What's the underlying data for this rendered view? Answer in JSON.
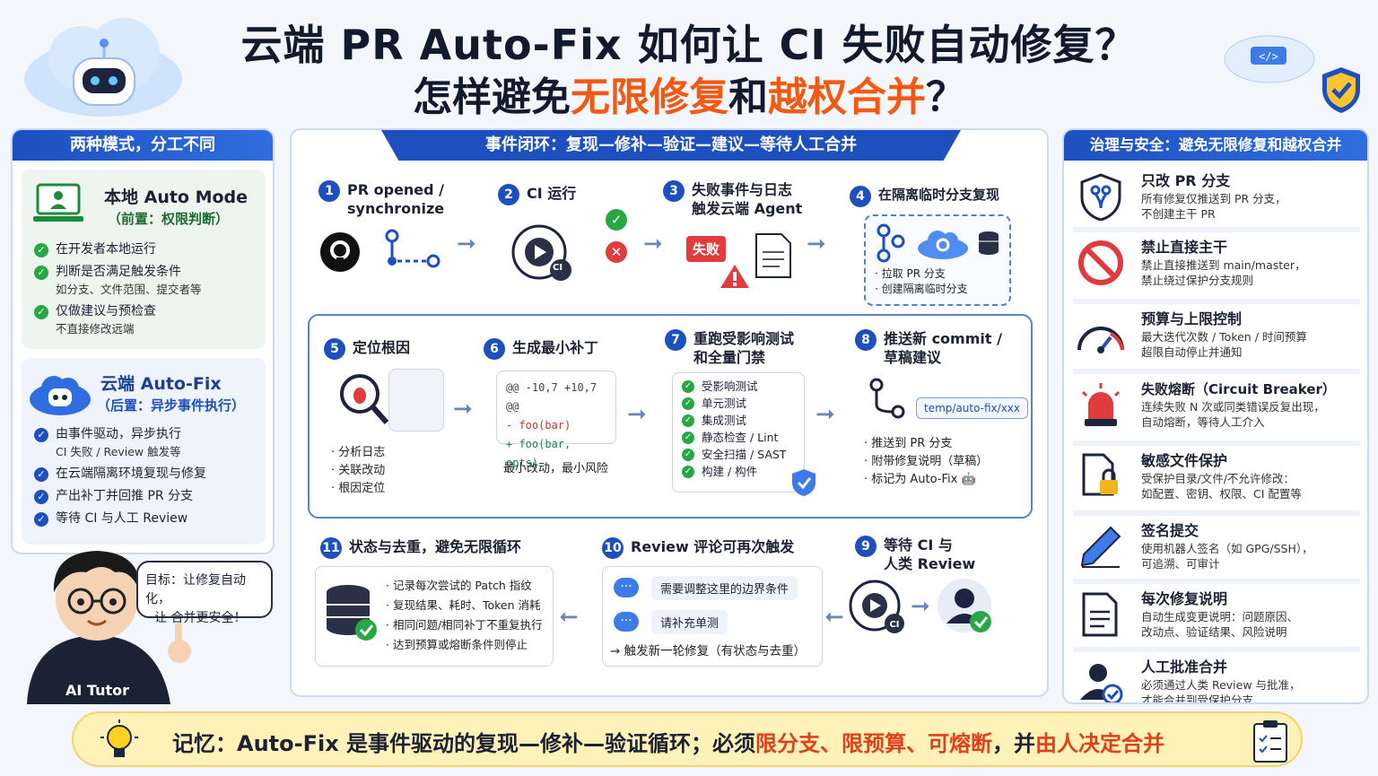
{
  "title": {
    "line1": "云端 PR Auto-Fix 如何让 CI 失败自动修复？",
    "line2_a": "怎样避免",
    "line2_b": "无限修复",
    "line2_c": "和",
    "line2_d": "越权合并",
    "line2_e": "？"
  },
  "left": {
    "header": "两种模式，分工不同",
    "local": {
      "title": "本地 Auto Mode",
      "subtitle": "（前置：权限判断）",
      "bullets": [
        {
          "main": "在开发者本地运行",
          "sub": ""
        },
        {
          "main": "判断是否满足触发条件",
          "sub": "如分支、文件范围、提交者等"
        },
        {
          "main": "仅做建议与预检查",
          "sub": "不直接修改远端"
        }
      ]
    },
    "cloud": {
      "title": "云端 Auto-Fix",
      "subtitle": "（后置：异步事件执行）",
      "bullets": [
        {
          "main": "由事件驱动，异步执行",
          "sub": "CI 失败 / Review 触发等"
        },
        {
          "main": "在云端隔离环境复现与修复",
          "sub": ""
        },
        {
          "main": "产出补丁并回推 PR 分支",
          "sub": ""
        },
        {
          "main": "等待 CI 与人工 Review",
          "sub": ""
        }
      ]
    },
    "tutor": {
      "label": "AI Tutor",
      "bubble1": "目标：让修复自动化，",
      "bubble2": "让 合并更安全！"
    }
  },
  "center": {
    "header": "事件闭环：复现—修补—验证—建议—等待人工合并",
    "steps": [
      {
        "n": "1",
        "title": "PR opened /",
        "title2": "synchronize"
      },
      {
        "n": "2",
        "title": "CI 运行",
        "title2": ""
      },
      {
        "n": "3",
        "title": "失败事件与日志",
        "title2": "触发云端 Agent"
      },
      {
        "n": "4",
        "title": "在隔离临时分支复现",
        "title2": ""
      },
      {
        "n": "5",
        "title": "定位根因",
        "title2": ""
      },
      {
        "n": "6",
        "title": "生成最小补丁",
        "title2": ""
      },
      {
        "n": "7",
        "title": "重跑受影响测试",
        "title2": "和全量门禁"
      },
      {
        "n": "8",
        "title": "推送新 commit /",
        "title2": "草稿建议"
      },
      {
        "n": "9",
        "title": "等待 CI 与",
        "title2": "人类 Review"
      },
      {
        "n": "10",
        "title": "Review 评论可再次触发",
        "title2": ""
      },
      {
        "n": "11",
        "title": "状态与去重，避免无限循环",
        "title2": ""
      }
    ],
    "ci_badge": "CI",
    "fail_badge": "失败",
    "step4_items": [
      "拉取 PR 分支",
      "创建隔离临时分支"
    ],
    "step5_items": [
      "分析日志",
      "关联改动",
      "根因定位"
    ],
    "diff": {
      "header": "@@ -10,7 +10,7 @@",
      "minus": "- foo(bar)",
      "plus": "+ foo(bar, opts)"
    },
    "step6_caption": "最小改动，最小风险",
    "tests": [
      "受影响测试",
      "单元测试",
      "集成测试",
      "静态检查 / Lint",
      "安全扫描 / SAST",
      "构建 / 构件"
    ],
    "branch_tag": "temp/auto-fix/xxx",
    "step8_items": [
      "推送到 PR 分支",
      "附带修复说明（草稿）",
      "标记为 Auto-Fix"
    ],
    "step10_bubbles": [
      "需要调整这里的边界条件",
      "请补充单测"
    ],
    "step10_note": "→ 触发新一轮修复（有状态与去重）",
    "step11_items": [
      "记录每次尝试的 Patch 指纹",
      "复现结果、耗时、Token 消耗",
      "相同问题/相同补丁不重复执行",
      "达到预算或熔断条件则停止"
    ]
  },
  "right": {
    "header": "治理与安全：避免无限修复和越权合并",
    "items": [
      {
        "title": "只改 PR 分支",
        "desc1": "所有修复仅推送到 PR 分支，",
        "desc2": "不创建主干 PR",
        "icon": "shield-branch-icon"
      },
      {
        "title": "禁止直接主干",
        "desc1": "禁止直接推送到 main/master，",
        "desc2": "禁止绕过保护分支规则",
        "icon": "prohibit-icon"
      },
      {
        "title": "预算与上限控制",
        "desc1": "最大迭代次数 / Token / 时间预算",
        "desc2": "超限自动停止并通知",
        "icon": "gauge-icon"
      },
      {
        "title": "失败熔断（Circuit Breaker）",
        "desc1": "连续失败 N 次或同类错误反复出现，",
        "desc2": "自动熔断，等待人工介入",
        "icon": "alarm-icon"
      },
      {
        "title": "敏感文件保护",
        "desc1": "受保护目录/文件/不允许修改：",
        "desc2": "如配置、密钥、权限、CI 配置等",
        "icon": "lock-file-icon"
      },
      {
        "title": "签名提交",
        "desc1": "使用机器人签名（如 GPG/SSH），",
        "desc2": "可追溯、可审计",
        "icon": "pen-icon"
      },
      {
        "title": "每次修复说明",
        "desc1": "自动生成变更说明：问题原因、",
        "desc2": "改动点、验证结果、风险说明",
        "icon": "document-icon"
      },
      {
        "title": "人工批准合并",
        "desc1": "必须通过人类 Review 与批准，",
        "desc2": "才能合并到受保护分支",
        "icon": "user-check-icon"
      }
    ]
  },
  "memo": {
    "a": "记忆：Auto-Fix 是事件驱动的复现—修补—验证循环；必须",
    "b": "限分支、限预算、可熔断",
    "c": "，并",
    "d": "由人决定合并"
  },
  "colors": {
    "primary": "#1d4fbf",
    "accent": "#f25a14",
    "ok": "#27a845",
    "fail": "#e23b3b"
  }
}
